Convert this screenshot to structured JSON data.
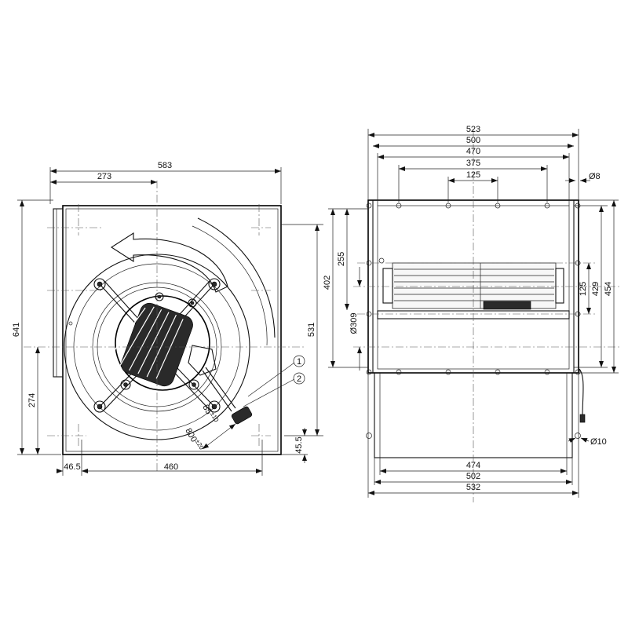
{
  "left_view": {
    "dims": {
      "top_overall": "583",
      "top_partial": "273",
      "left_height": "641",
      "left_lower": "274",
      "right_height": "531",
      "right_small": "45.5",
      "bottom_left": "46.5",
      "bottom_width": "460",
      "cable_length": "800",
      "cable_length_tol": "±20",
      "strip_length": "85",
      "strip_length_tol": "±10"
    },
    "callouts": [
      "1",
      "2"
    ]
  },
  "right_view": {
    "dims": {
      "top_523": "523",
      "top_500": "500",
      "top_470": "470",
      "top_375": "375",
      "top_125": "125",
      "hole_top": "Ø8",
      "left_402": "402",
      "left_255": "255",
      "left_309": "Ø309",
      "right_125": "125",
      "right_429": "429",
      "right_454": "454",
      "hole_bottom": "Ø10",
      "bottom_474": "474",
      "bottom_502": "502",
      "bottom_532": "532"
    }
  }
}
